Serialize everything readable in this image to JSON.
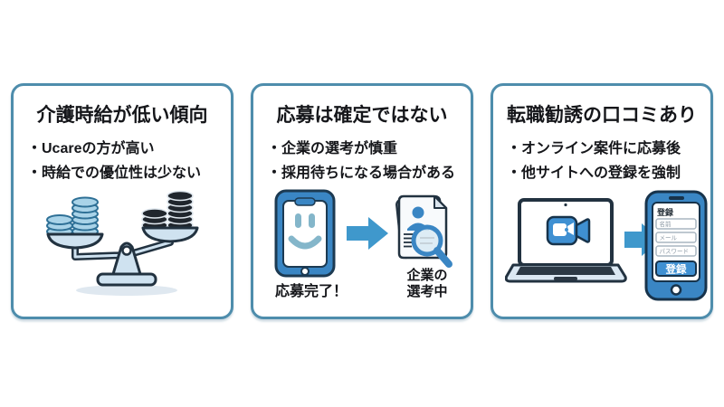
{
  "cards": [
    {
      "title": "介護時給が低い傾向",
      "bullets": [
        "・Ucareの方が高い",
        "・時給での優位性は少ない"
      ],
      "illustration": "balance-scale-with-coins"
    },
    {
      "title": "応募は確定ではない",
      "bullets": [
        "・企業の選考が慎重",
        "・採用待ちになる場合がある"
      ],
      "illustration": "phone-apply-to-screening-flow",
      "captions": {
        "phone": "応募完了！",
        "doc_line1": "企業の",
        "doc_line2": "選考中"
      }
    },
    {
      "title": "転職勧誘の口コミあり",
      "bullets": [
        "・オンライン案件に応募後",
        "・他サイトへの登録を強制"
      ],
      "illustration": "video-call-to-signup-flow",
      "phone_form": {
        "heading": "登録",
        "name_placeholder": "名前",
        "email_placeholder": "メール",
        "password_placeholder": "パスワード",
        "submit_label": "登録"
      }
    }
  ],
  "colors": {
    "card_border": "#4e8dac",
    "text": "#15161a",
    "primary_blue": "#3a86c4",
    "arrow_blue": "#3f98cc",
    "light_blue_fill": "#cfe2f0",
    "outline_dark": "#223240",
    "smile_teal": "#84b6ca",
    "coin_blue": "#a9d3e8",
    "coin_black": "#20262d"
  }
}
